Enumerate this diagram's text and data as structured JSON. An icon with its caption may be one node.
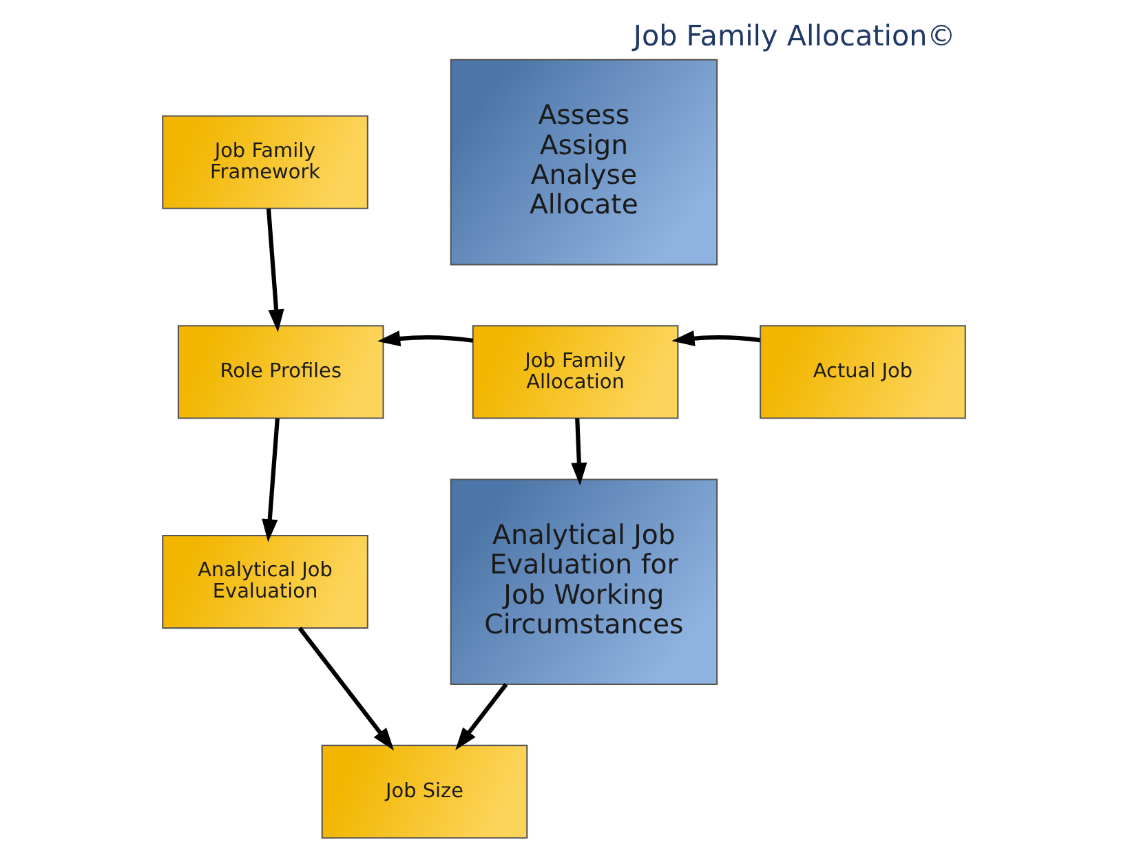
{
  "diagram": {
    "title": "Job Family Allocation©",
    "nodes": [
      {
        "text": [
          "Job Family Framework"
        ]
      },
      {
        "text": [
          "Assess Assign Analyse Allocate"
        ]
      },
      {
        "text": [
          "Role Profiles"
        ]
      },
      {
        "text": [
          "Job Family Allocation"
        ]
      },
      {
        "text": [
          "Actual Job"
        ]
      },
      {
        "text": [
          "Analytical Job Evaluation"
        ]
      },
      {
        "text": [
          "Analytical Job Evaluation for Job Working Circumstances"
        ]
      },
      {
        "text": [
          "Job Size"
        ]
      }
    ],
    "edges": [
      {
        "from": 0,
        "to": 2,
        "arrow": "to"
      },
      {
        "from": 3,
        "to": 2,
        "arrow": "to"
      },
      {
        "from": 4,
        "to": 3,
        "arrow": "to"
      },
      {
        "from": 2,
        "to": 5,
        "arrow": "to"
      },
      {
        "from": 3,
        "to": 6,
        "arrow": "to"
      },
      {
        "from": 5,
        "to": 7,
        "arrow": "to"
      },
      {
        "from": 6,
        "to": 7,
        "arrow": "to"
      }
    ]
  }
}
